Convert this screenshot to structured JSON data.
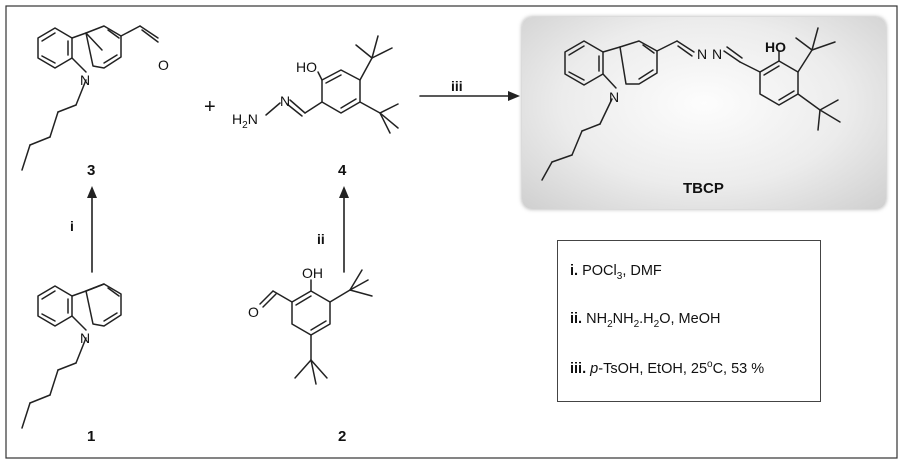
{
  "compounds": {
    "c1": "1",
    "c2": "2",
    "c3": "3",
    "c4": "4",
    "product": "TBCP"
  },
  "atoms": {
    "N": "N",
    "O": "O",
    "HO": "HO",
    "OH": "OH",
    "H2N": "H2N"
  },
  "plus": "+",
  "steps": {
    "i": "i",
    "ii": "ii",
    "iii": "iii"
  },
  "conditions": {
    "i": {
      "label": "i.",
      "reagents": "POCl3, DMF"
    },
    "ii": {
      "label": "ii.",
      "reagents": "NH2NH2.H2O, MeOH"
    },
    "iii": {
      "label": "iii.",
      "reagents": "p-TsOH, EtOH, 25oC, 53 %"
    }
  }
}
